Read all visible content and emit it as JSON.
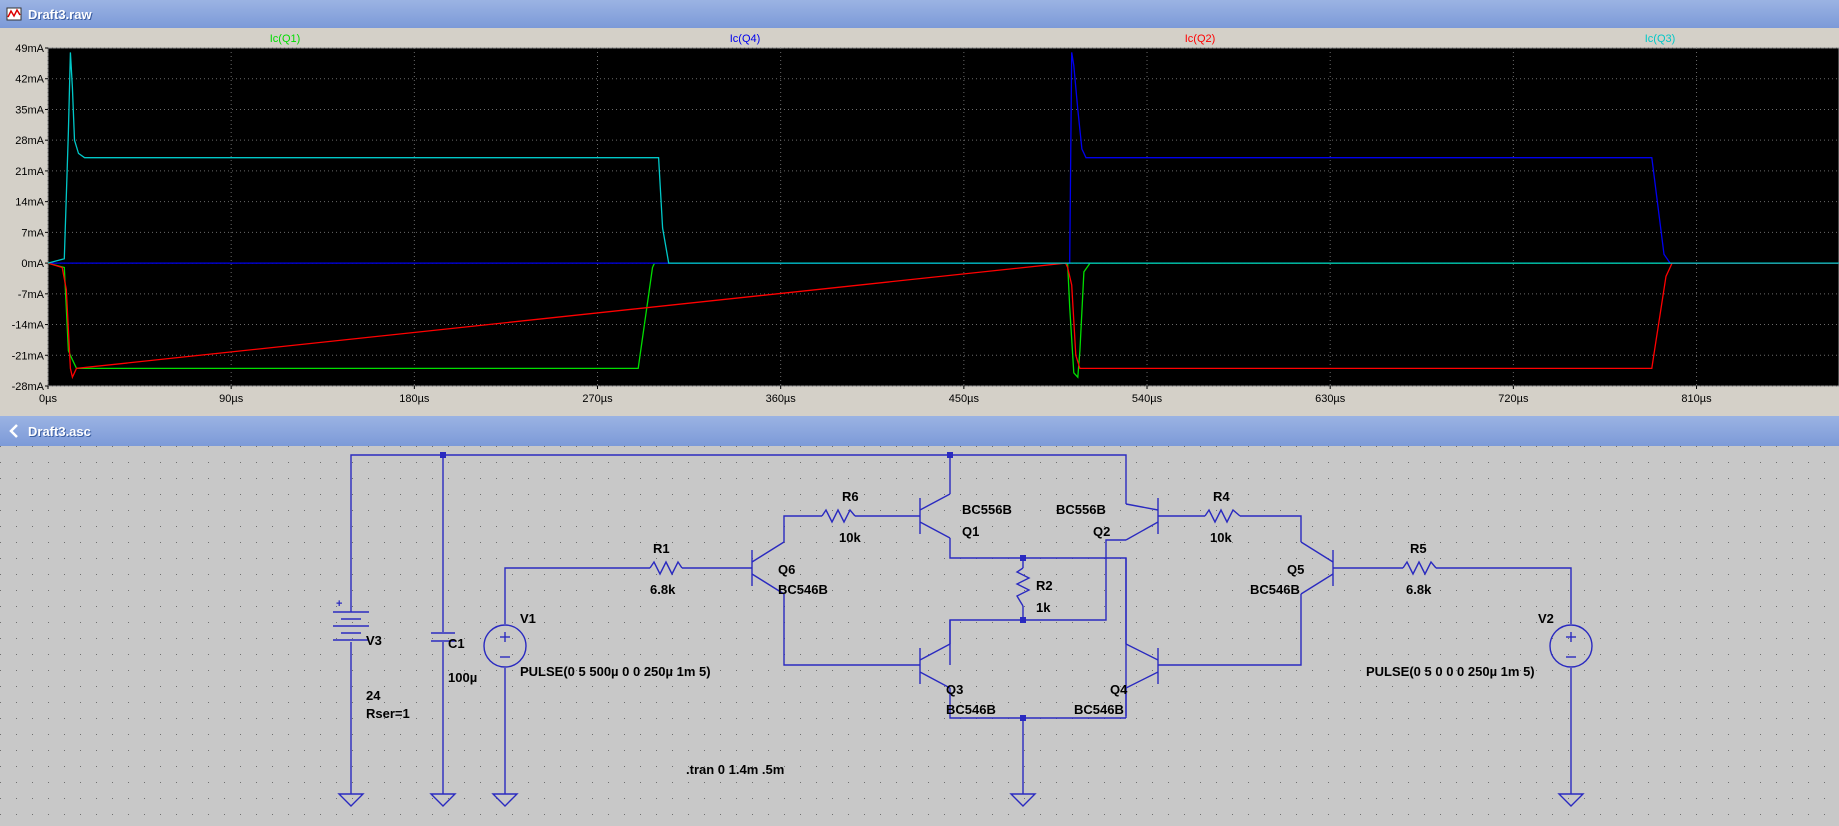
{
  "windows": {
    "waveform": {
      "title": "Draft3.raw"
    },
    "schematic": {
      "title": "Draft3.asc"
    }
  },
  "colors": {
    "Q1": "#00dd00",
    "Q4": "#0000ee",
    "Q2": "#ff0000",
    "Q3": "#00c8c8",
    "wire": "#2a2ac0",
    "plot_bg": "#000000",
    "schematic_bg": "#c8c8c8"
  },
  "chart_data": {
    "type": "line",
    "title": "",
    "xlabel": "",
    "ylabel": "",
    "xlim": [
      0,
      880
    ],
    "ylim": [
      -28,
      49
    ],
    "x_ticks": [
      "0µs",
      "90µs",
      "180µs",
      "270µs",
      "360µs",
      "450µs",
      "540µs",
      "630µs",
      "720µs",
      "810µs"
    ],
    "x_tick_values": [
      0,
      90,
      180,
      270,
      360,
      450,
      540,
      630,
      720,
      810
    ],
    "y_ticks": [
      "49mA",
      "42mA",
      "35mA",
      "28mA",
      "21mA",
      "14mA",
      "7mA",
      "0mA",
      "-7mA",
      "-14mA",
      "-21mA",
      "-28mA"
    ],
    "y_tick_values": [
      49,
      42,
      35,
      28,
      21,
      14,
      7,
      0,
      -7,
      -14,
      -21,
      -28
    ],
    "grid": true,
    "series": [
      {
        "name": "Ic(Q1)",
        "color": "#00dd00",
        "x": [
          0,
          8,
          10,
          12,
          14,
          290,
          297,
          298,
          300,
          501,
          502,
          504,
          506,
          507,
          509,
          512,
          880
        ],
        "y": [
          0,
          -1,
          -20,
          -22,
          -24,
          -24,
          -1,
          0,
          0,
          0,
          -10,
          -25,
          -26,
          -20,
          -2,
          0,
          0
        ]
      },
      {
        "name": "Ic(Q4)",
        "color": "#0000ee",
        "x": [
          0,
          502,
          503,
          504,
          506,
          508,
          510,
          513,
          788,
          794,
          797,
          800,
          880
        ],
        "y": [
          0,
          0,
          48,
          45,
          35,
          26,
          24,
          24,
          24,
          2,
          0,
          0,
          0
        ]
      },
      {
        "name": "Ic(Q2)",
        "color": "#ff0000",
        "x": [
          0,
          7,
          9,
          11,
          12,
          14,
          500,
          501,
          503,
          505,
          507,
          509,
          511,
          513,
          788,
          790,
          795,
          798,
          880
        ],
        "y": [
          0,
          -1,
          -6,
          -24,
          -26,
          -24,
          0,
          -1,
          -5,
          -21,
          -24,
          -24,
          -24,
          -24,
          -24,
          -18,
          -3,
          0,
          0
        ]
      },
      {
        "name": "Ic(Q3)",
        "color": "#00c8c8",
        "x": [
          0,
          8,
          10,
          11,
          12,
          13,
          15,
          18,
          300,
          302,
          305,
          880
        ],
        "y": [
          0,
          1,
          30,
          48,
          40,
          28,
          25,
          24,
          24,
          8,
          0,
          0
        ]
      }
    ]
  },
  "schematic": {
    "components": {
      "V3": {
        "name": "V3",
        "value": "24",
        "extra": "Rser=1"
      },
      "C1": {
        "name": "C1",
        "value": "100µ"
      },
      "V1": {
        "name": "V1",
        "value": "PULSE(0 5 500µ 0 0 250µ 1m 5)"
      },
      "V2": {
        "name": "V2",
        "value": "PULSE(0 5 0 0 0 250µ 1m 5)"
      },
      "R1": {
        "name": "R1",
        "value": "6.8k"
      },
      "R5": {
        "name": "R5",
        "value": "6.8k"
      },
      "R6": {
        "name": "R6",
        "value": "10k"
      },
      "R4": {
        "name": "R4",
        "value": "10k"
      },
      "R2": {
        "name": "R2",
        "value": "1k"
      },
      "Q1": {
        "name": "Q1",
        "model": "BC556B"
      },
      "Q2": {
        "name": "Q2",
        "model": "BC556B"
      },
      "Q3": {
        "name": "Q3",
        "model": "BC546B"
      },
      "Q4": {
        "name": "Q4",
        "model": "BC546B"
      },
      "Q5": {
        "name": "Q5",
        "model": "BC546B"
      },
      "Q6": {
        "name": "Q6",
        "model": "BC546B"
      }
    },
    "directive": ".tran 0 1.4m .5m"
  }
}
